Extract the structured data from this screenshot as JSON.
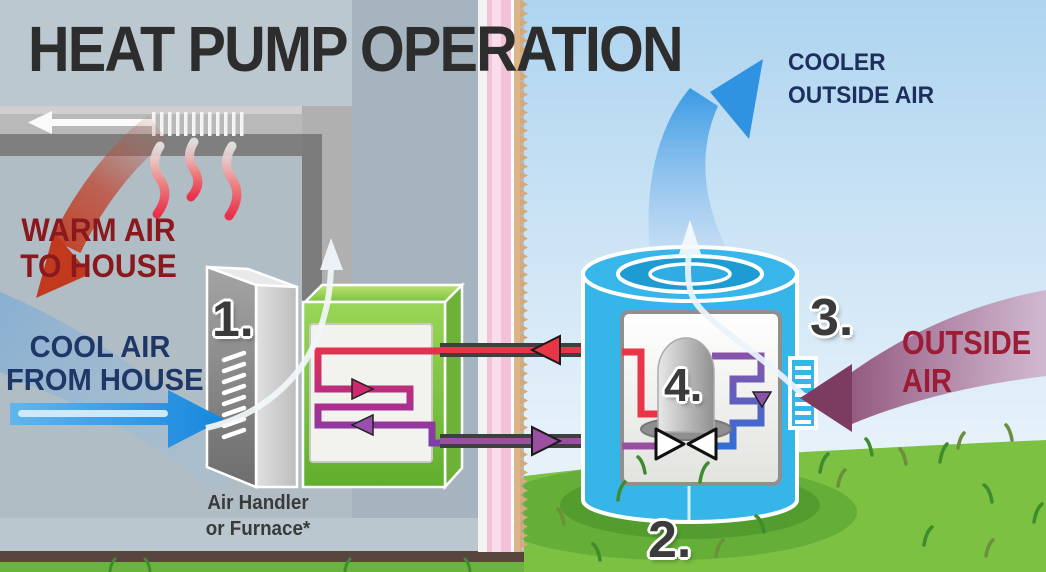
{
  "title": "HEAT PUMP OPERATION",
  "labels": {
    "warm_air_1": "WARM AIR",
    "warm_air_2": "TO HOUSE",
    "cool_air_1": "COOL AIR",
    "cool_air_2": "FROM HOUSE",
    "cooler_outside_1": "COOLER",
    "cooler_outside_2": "OUTSIDE AIR",
    "outside_air_1": "OUTSIDE",
    "outside_air_2": "AIR",
    "air_handler_1": "Air Handler",
    "air_handler_2": "or Furnace*"
  },
  "steps": {
    "air_handler": "1.",
    "outdoor_unit": "2.",
    "outdoor_intake": "3.",
    "compressor": "4."
  },
  "colors": {
    "warm_air_text": "#8a181c",
    "cool_air_text": "#1e3766",
    "cooler_outside_text": "#1c2f5e",
    "outside_air_text": "#9c1b35",
    "title_text": "#2d2d2d",
    "unit_blue": "#35b5e8",
    "coil_box_green": "#7dc242",
    "hot_line_red": "#e83648",
    "cold_line_blue": "#2f6fd6",
    "return_line_purple": "#9b4fa0",
    "grass_green": "#7cc142",
    "sky_blue": "#bedcf2"
  }
}
